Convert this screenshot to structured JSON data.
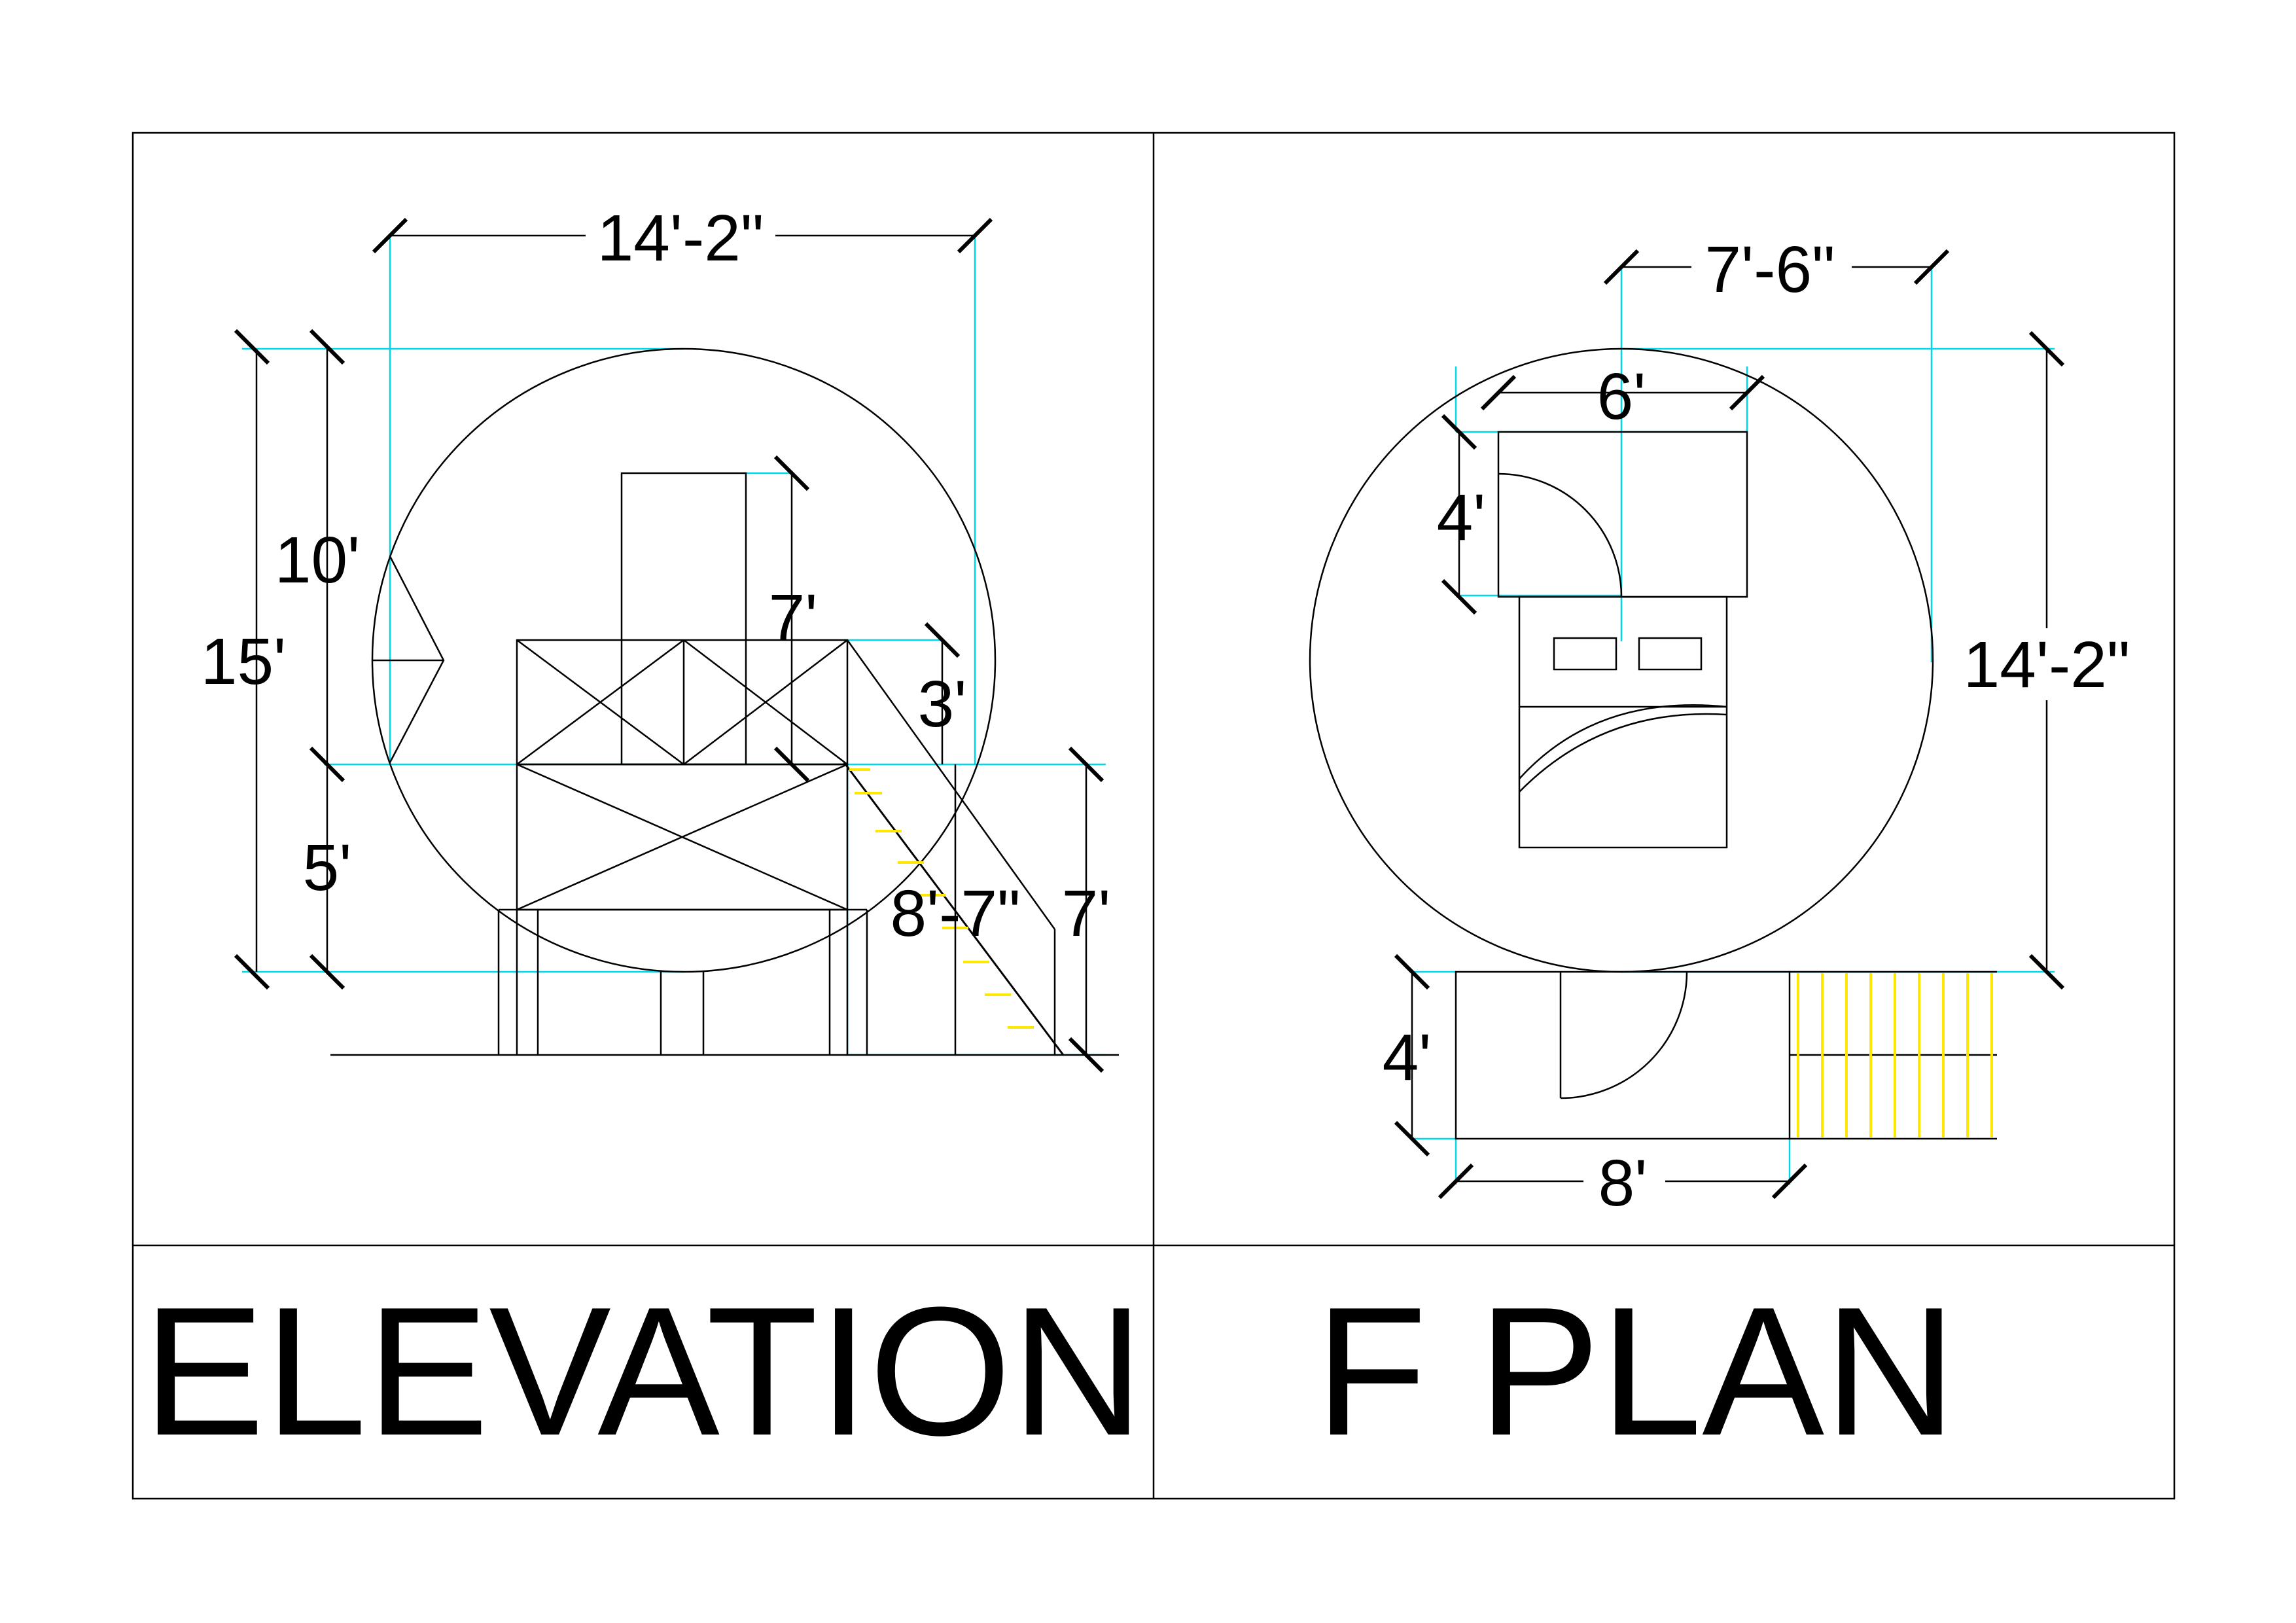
{
  "titles": {
    "left": "ELEVATION",
    "right": "F PLAN"
  },
  "elevation": {
    "dims": {
      "overall_width": "14'-2\"",
      "total_height": "15'",
      "upper_height": "10'",
      "lower_height": "5'",
      "door_height": "7'",
      "rail_height": "3'",
      "stair_length": "8'-7\"",
      "stair_height": "7'"
    }
  },
  "plan": {
    "dims": {
      "top_width": "7'-6\"",
      "inner_width": "6'",
      "overall_height": "14'-2\"",
      "upper_depth": "4'",
      "deck_depth": "4'",
      "deck_width": "8'"
    }
  },
  "colors": {
    "line": "#000000",
    "dimension_line": "#00d7e8",
    "stair_tread": "#ffe800"
  }
}
